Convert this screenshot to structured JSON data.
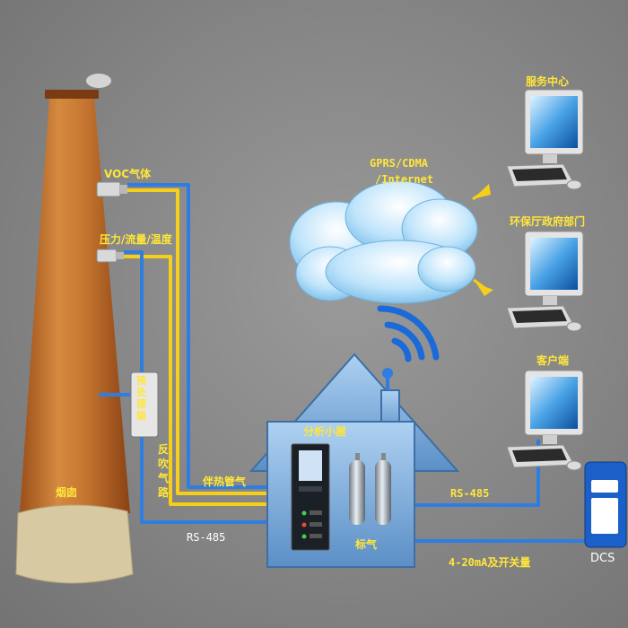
{
  "labels": {
    "voc": "VOC气体",
    "pressure": "压力/流量/温度",
    "gprs": "GPRS/CDMA",
    "internet": "/Internet",
    "service_center": "服务中心",
    "env_bureau": "环保厅政府部门",
    "client": "客户端",
    "analysis_room": "分析小屋",
    "preprocess_box": "预处理箱",
    "blowback_path": "反吹气路",
    "heat_pipe": "伴热管气",
    "chimney": "烟囱",
    "rs485_left": "RS-485",
    "rs485_right": "RS-485",
    "std_gas": "标气",
    "analog_io": "4-20mA及开关量",
    "dcs": "DCS"
  },
  "colors": {
    "blue_line": "#2f7de0",
    "yellow_line": "#f5cf19",
    "label_yellow": "#ffe63a",
    "chimney": "#c9742c",
    "house": "#6f9fd1"
  }
}
